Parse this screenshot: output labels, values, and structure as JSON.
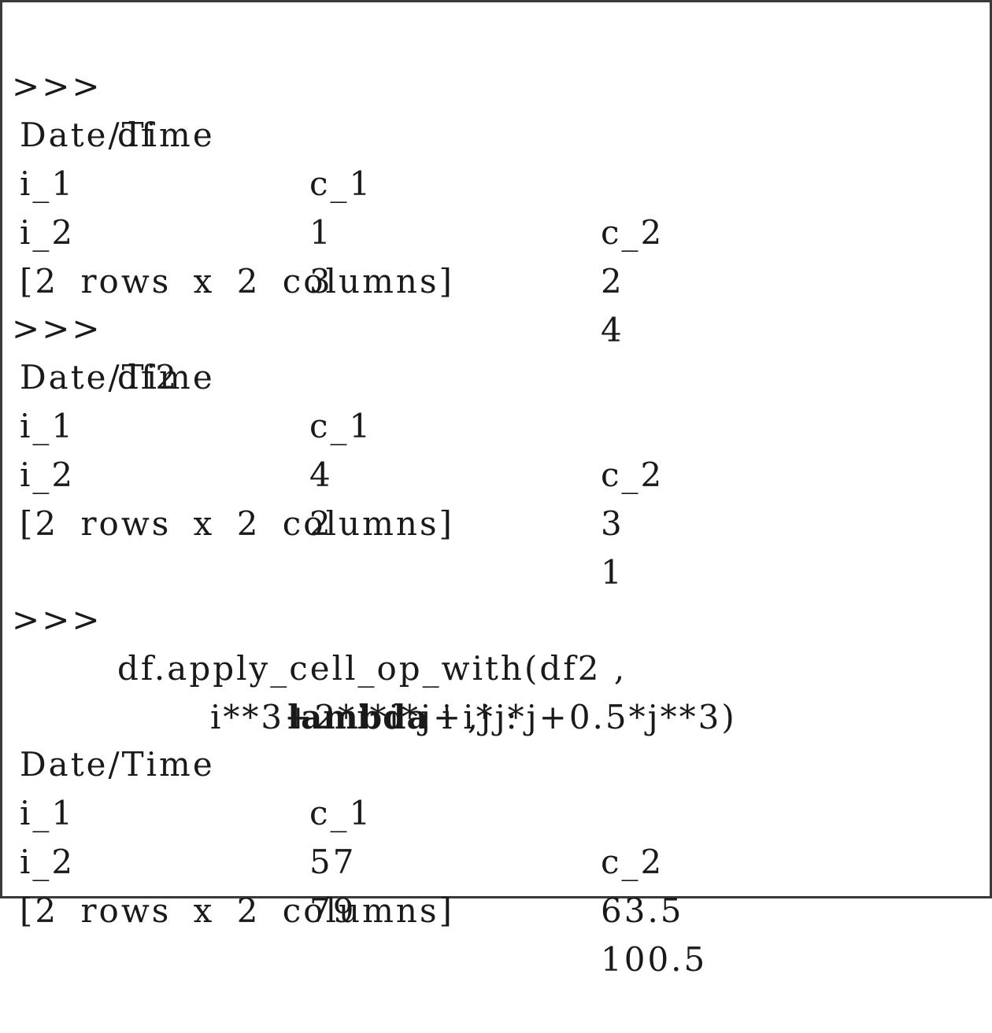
{
  "blocks": [
    {
      "prompt": ">>>",
      "command": "df",
      "table": {
        "header": [
          "Date/Time",
          "c_1",
          "c_2"
        ],
        "rows": [
          [
            "i_1",
            "1",
            "2"
          ],
          [
            "i_2",
            "3",
            "4"
          ]
        ],
        "summary": "[2 rows x 2 columns]"
      }
    },
    {
      "prompt": ">>>",
      "command": "df2",
      "table": {
        "header": [
          "Date/Time",
          "c_1",
          "c_2"
        ],
        "rows": [
          [
            "i_1",
            "4",
            "3"
          ],
          [
            "i_2",
            "2",
            "1"
          ]
        ],
        "summary": "[2 rows x 2 columns]"
      }
    },
    {
      "prompt": ">>>",
      "command": "df.apply_cell_op_with(df2 ,",
      "continuation": [
        {
          "keyword": "lambda",
          "rest": " i ,j :"
        },
        {
          "keyword": "",
          "rest": "i**3+2*i*i*j+i*j*j+0.5*j**3)"
        }
      ],
      "table": {
        "header": [
          "Date/Time",
          "c_1",
          "c_2"
        ],
        "rows": [
          [
            "i_1",
            "57",
            "63.5"
          ],
          [
            "i_2",
            "79",
            "100.5"
          ]
        ],
        "summary": "[2 rows x 2 columns]"
      }
    }
  ]
}
